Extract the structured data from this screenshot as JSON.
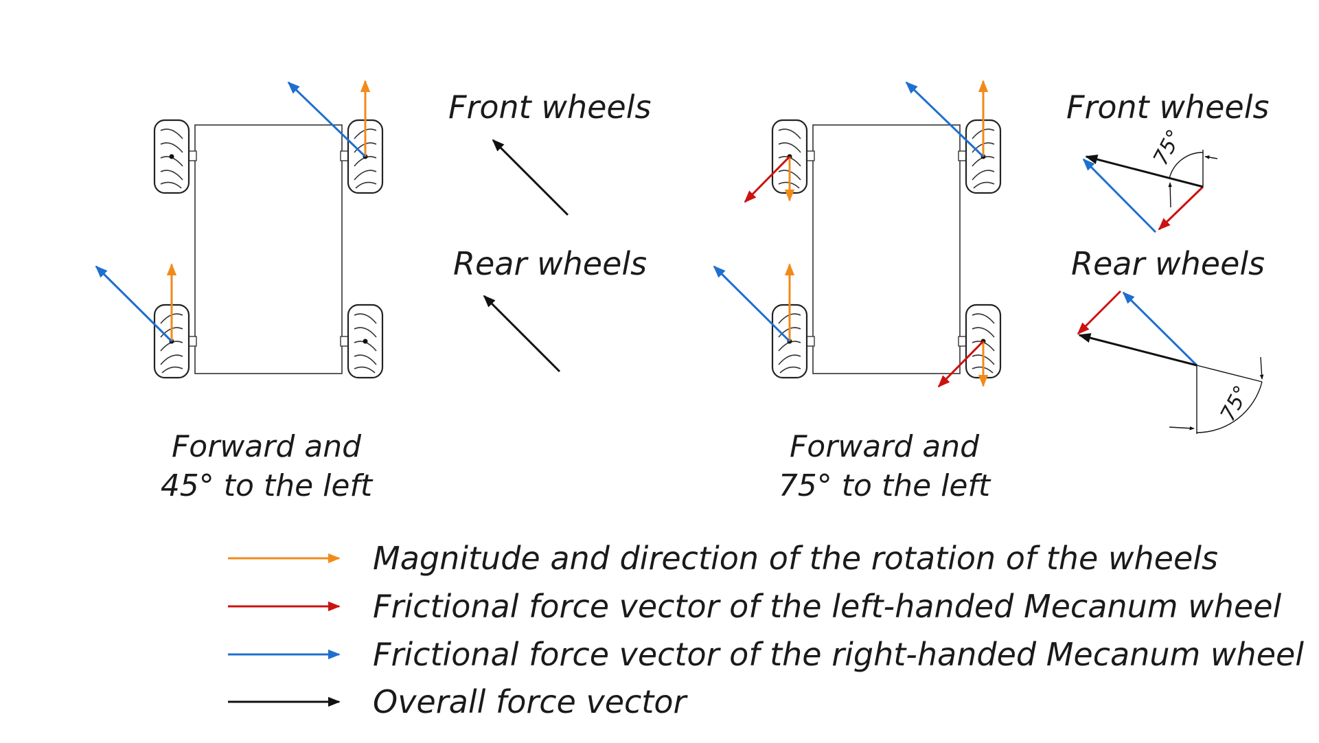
{
  "colors": {
    "rotation": "#f28a1a",
    "left_friction": "#cc1111",
    "right_friction": "#1e6fd0",
    "overall": "#111111",
    "outline": "#333333"
  },
  "panel_45": {
    "caption_line1": "Forward and",
    "caption_line2": "45° to the left",
    "front_heading": "Front wheels",
    "rear_heading": "Rear wheels"
  },
  "panel_75": {
    "caption_line1": "Forward and",
    "caption_line2": "75° to the left",
    "front_heading": "Front wheels",
    "rear_heading": "Rear wheels",
    "front_angle": "75°",
    "rear_angle": "75°"
  },
  "legend": [
    {
      "key": "rotation",
      "text": "Magnitude and direction of the rotation of the wheels",
      "color": "#f28a1a"
    },
    {
      "key": "left_friction",
      "text": "Frictional force vector of the left-handed Mecanum wheel",
      "color": "#cc1111"
    },
    {
      "key": "right_friction",
      "text": "Frictional force vector of the right-handed Mecanum wheel",
      "color": "#1e6fd0"
    },
    {
      "key": "overall",
      "text": "Overall force vector",
      "color": "#111111"
    }
  ]
}
